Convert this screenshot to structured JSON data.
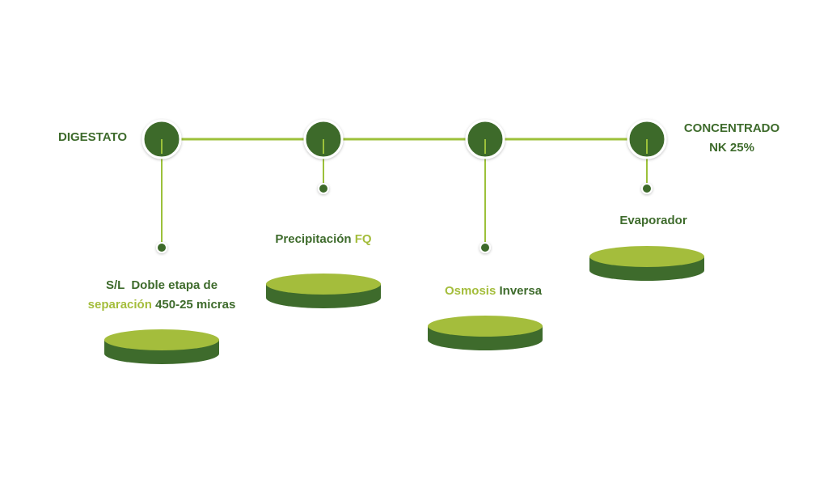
{
  "colors": {
    "dark_green": "#3e6b2c",
    "light_green": "#a4bd3c",
    "connector": "#9cc13a"
  },
  "start_label": "DIGESTATO",
  "end_label": {
    "line1": "CONCENTRADO",
    "line2": "NK 25%"
  },
  "steps": [
    {
      "line1": "S/L  Doble etapa de",
      "line2_accent": "separación",
      "line2_rest": "450-25 micras"
    },
    {
      "text": "Precipitación",
      "accent": "FQ"
    },
    {
      "accent": "Osmosis",
      "text": "Inversa"
    },
    {
      "text": "Evaporador"
    }
  ]
}
